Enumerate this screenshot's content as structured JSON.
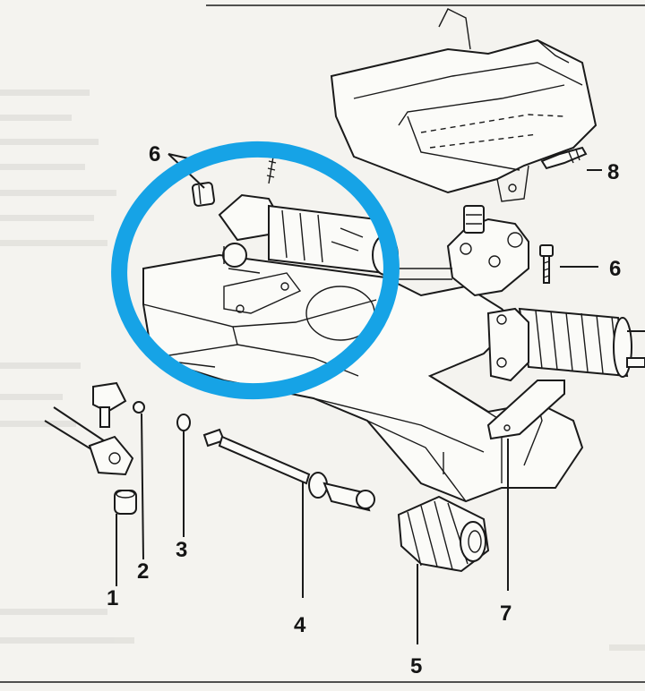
{
  "callouts": [
    {
      "id": "1",
      "text": "1"
    },
    {
      "id": "2",
      "text": "2"
    },
    {
      "id": "3",
      "text": "3"
    },
    {
      "id": "4",
      "text": "4"
    },
    {
      "id": "5",
      "text": "5"
    },
    {
      "id": "6a",
      "text": "6"
    },
    {
      "id": "6b",
      "text": "6"
    },
    {
      "id": "7",
      "text": "7"
    },
    {
      "id": "8",
      "text": "8"
    }
  ],
  "highlight": {
    "shape": "ellipse",
    "color": "#16a3e6",
    "target": "steering-rack-housing"
  },
  "colors": {
    "paper": "#f4f3ef",
    "ink": "#1a1a1a",
    "highlight": "#16a3e6"
  }
}
